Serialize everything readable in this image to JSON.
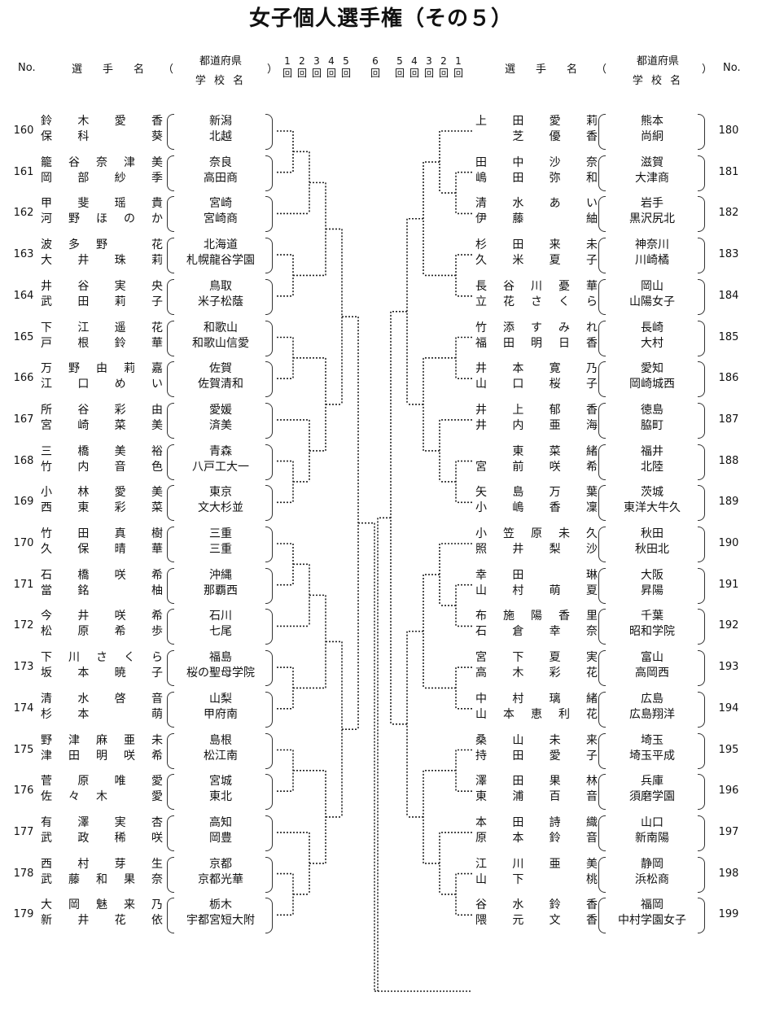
{
  "title": "女子個人選手権（その５）",
  "header": {
    "no_label": "No.",
    "player_label": "選　手　名",
    "paren_open": "（",
    "paren_close": "）",
    "pref_label": "都道府県",
    "school_label": "学 校 名",
    "left_round_numbers": [
      "1",
      "2",
      "3",
      "4",
      "5"
    ],
    "center_round_number": "6",
    "right_round_numbers": [
      "5",
      "4",
      "3",
      "2",
      "1"
    ],
    "round_suffix": "回"
  },
  "left_entries": [
    {
      "no": "160",
      "names": [
        [
          "鈴",
          "木",
          "愛",
          "香"
        ],
        [
          "保",
          "科",
          "",
          "葵"
        ]
      ],
      "pref": "新潟",
      "school": "北越"
    },
    {
      "no": "161",
      "names": [
        [
          "籠",
          "谷",
          "奈",
          "津",
          "美"
        ],
        [
          "岡",
          "部",
          "紗",
          "季"
        ]
      ],
      "pref": "奈良",
      "school": "高田商"
    },
    {
      "no": "162",
      "names": [
        [
          "甲",
          "斐",
          "瑶",
          "貴"
        ],
        [
          "河",
          "野",
          "ほ",
          "の",
          "か"
        ]
      ],
      "pref": "宮崎",
      "school": "宮崎商"
    },
    {
      "no": "163",
      "names": [
        [
          "波",
          "多",
          "野",
          "",
          "花"
        ],
        [
          "大",
          "井",
          "珠",
          "莉"
        ]
      ],
      "pref": "北海道",
      "school": "札幌龍谷学園"
    },
    {
      "no": "164",
      "names": [
        [
          "井",
          "谷",
          "実",
          "央"
        ],
        [
          "武",
          "田",
          "莉",
          "子"
        ]
      ],
      "pref": "鳥取",
      "school": "米子松蔭"
    },
    {
      "no": "165",
      "names": [
        [
          "下",
          "江",
          "遥",
          "花"
        ],
        [
          "戸",
          "根",
          "鈴",
          "華"
        ]
      ],
      "pref": "和歌山",
      "school": "和歌山信愛"
    },
    {
      "no": "166",
      "names": [
        [
          "万",
          "野",
          "由",
          "莉",
          "嘉"
        ],
        [
          "江",
          "口",
          "め",
          "い"
        ]
      ],
      "pref": "佐賀",
      "school": "佐賀清和"
    },
    {
      "no": "167",
      "names": [
        [
          "所",
          "谷",
          "彩",
          "由"
        ],
        [
          "宮",
          "崎",
          "菜",
          "美"
        ]
      ],
      "pref": "愛媛",
      "school": "済美"
    },
    {
      "no": "168",
      "names": [
        [
          "三",
          "橋",
          "美",
          "裕"
        ],
        [
          "竹",
          "内",
          "音",
          "色"
        ]
      ],
      "pref": "青森",
      "school": "八戸工大一"
    },
    {
      "no": "169",
      "names": [
        [
          "小",
          "林",
          "愛",
          "美"
        ],
        [
          "西",
          "東",
          "彩",
          "菜"
        ]
      ],
      "pref": "東京",
      "school": "文大杉並"
    },
    {
      "no": "170",
      "names": [
        [
          "竹",
          "田",
          "真",
          "樹"
        ],
        [
          "久",
          "保",
          "晴",
          "華"
        ]
      ],
      "pref": "三重",
      "school": "三重"
    },
    {
      "no": "171",
      "names": [
        [
          "石",
          "橋",
          "咲",
          "希"
        ],
        [
          "當",
          "銘",
          "",
          "柚"
        ]
      ],
      "pref": "沖縄",
      "school": "那覇西"
    },
    {
      "no": "172",
      "names": [
        [
          "今",
          "井",
          "咲",
          "希"
        ],
        [
          "松",
          "原",
          "希",
          "歩"
        ]
      ],
      "pref": "石川",
      "school": "七尾"
    },
    {
      "no": "173",
      "names": [
        [
          "下",
          "川",
          "さ",
          "く",
          "ら"
        ],
        [
          "坂",
          "本",
          "暁",
          "子"
        ]
      ],
      "pref": "福島",
      "school": "桜の聖母学院"
    },
    {
      "no": "174",
      "names": [
        [
          "清",
          "水",
          "啓",
          "音"
        ],
        [
          "杉",
          "本",
          "",
          "萌"
        ]
      ],
      "pref": "山梨",
      "school": "甲府南"
    },
    {
      "no": "175",
      "names": [
        [
          "野",
          "津",
          "麻",
          "亜",
          "未"
        ],
        [
          "津",
          "田",
          "明",
          "咲",
          "希"
        ]
      ],
      "pref": "島根",
      "school": "松江南"
    },
    {
      "no": "176",
      "names": [
        [
          "菅",
          "原",
          "唯",
          "愛"
        ],
        [
          "佐",
          "々",
          "木",
          "",
          "愛"
        ]
      ],
      "pref": "宮城",
      "school": "東北"
    },
    {
      "no": "177",
      "names": [
        [
          "有",
          "澤",
          "実",
          "杏"
        ],
        [
          "武",
          "政",
          "稀",
          "咲"
        ]
      ],
      "pref": "高知",
      "school": "岡豊"
    },
    {
      "no": "178",
      "names": [
        [
          "西",
          "村",
          "芽",
          "生"
        ],
        [
          "武",
          "藤",
          "和",
          "果",
          "奈"
        ]
      ],
      "pref": "京都",
      "school": "京都光華"
    },
    {
      "no": "179",
      "names": [
        [
          "大",
          "岡",
          "魅",
          "来",
          "乃"
        ],
        [
          "新",
          "井",
          "花",
          "依"
        ]
      ],
      "pref": "栃木",
      "school": "宇都宮短大附"
    }
  ],
  "right_entries": [
    {
      "no": "180",
      "names": [
        [
          "上",
          "田",
          "愛",
          "莉"
        ],
        [
          "",
          "芝",
          "優",
          "香"
        ]
      ],
      "pref": "熊本",
      "school": "尚絅"
    },
    {
      "no": "181",
      "names": [
        [
          "田",
          "中",
          "沙",
          "奈"
        ],
        [
          "嶋",
          "田",
          "弥",
          "和"
        ]
      ],
      "pref": "滋賀",
      "school": "大津商"
    },
    {
      "no": "182",
      "names": [
        [
          "清",
          "水",
          "あ",
          "い"
        ],
        [
          "伊",
          "藤",
          "",
          "紬"
        ]
      ],
      "pref": "岩手",
      "school": "黒沢尻北"
    },
    {
      "no": "183",
      "names": [
        [
          "杉",
          "田",
          "来",
          "未"
        ],
        [
          "久",
          "米",
          "夏",
          "子"
        ]
      ],
      "pref": "神奈川",
      "school": "川崎橘"
    },
    {
      "no": "184",
      "names": [
        [
          "長",
          "谷",
          "川",
          "憂",
          "華"
        ],
        [
          "立",
          "花",
          "さ",
          "く",
          "ら"
        ]
      ],
      "pref": "岡山",
      "school": "山陽女子"
    },
    {
      "no": "185",
      "names": [
        [
          "竹",
          "添",
          "す",
          "み",
          "れ"
        ],
        [
          "福",
          "田",
          "明",
          "日",
          "香"
        ]
      ],
      "pref": "長崎",
      "school": "大村"
    },
    {
      "no": "186",
      "names": [
        [
          "井",
          "本",
          "寛",
          "乃"
        ],
        [
          "山",
          "口",
          "桜",
          "子"
        ]
      ],
      "pref": "愛知",
      "school": "岡崎城西"
    },
    {
      "no": "187",
      "names": [
        [
          "井",
          "上",
          "郁",
          "香"
        ],
        [
          "井",
          "内",
          "亜",
          "海"
        ]
      ],
      "pref": "徳島",
      "school": "脇町"
    },
    {
      "no": "188",
      "names": [
        [
          "",
          "東",
          "菜",
          "緒"
        ],
        [
          "宮",
          "前",
          "咲",
          "希"
        ]
      ],
      "pref": "福井",
      "school": "北陸"
    },
    {
      "no": "189",
      "names": [
        [
          "矢",
          "島",
          "万",
          "葉"
        ],
        [
          "小",
          "嶋",
          "香",
          "凜"
        ]
      ],
      "pref": "茨城",
      "school": "東洋大牛久"
    },
    {
      "no": "190",
      "names": [
        [
          "小",
          "笠",
          "原",
          "未",
          "久"
        ],
        [
          "照",
          "井",
          "梨",
          "沙"
        ]
      ],
      "pref": "秋田",
      "school": "秋田北"
    },
    {
      "no": "191",
      "names": [
        [
          "幸",
          "田",
          "",
          "琳"
        ],
        [
          "山",
          "村",
          "萌",
          "夏"
        ]
      ],
      "pref": "大阪",
      "school": "昇陽"
    },
    {
      "no": "192",
      "names": [
        [
          "布",
          "施",
          "陽",
          "香",
          "里"
        ],
        [
          "石",
          "倉",
          "幸",
          "奈"
        ]
      ],
      "pref": "千葉",
      "school": "昭和学院"
    },
    {
      "no": "193",
      "names": [
        [
          "宮",
          "下",
          "夏",
          "実"
        ],
        [
          "高",
          "木",
          "彩",
          "花"
        ]
      ],
      "pref": "富山",
      "school": "高岡西"
    },
    {
      "no": "194",
      "names": [
        [
          "中",
          "村",
          "璃",
          "緒"
        ],
        [
          "山",
          "本",
          "恵",
          "利",
          "花"
        ]
      ],
      "pref": "広島",
      "school": "広島翔洋"
    },
    {
      "no": "195",
      "names": [
        [
          "桑",
          "山",
          "未",
          "来"
        ],
        [
          "持",
          "田",
          "愛",
          "子"
        ]
      ],
      "pref": "埼玉",
      "school": "埼玉平成"
    },
    {
      "no": "196",
      "names": [
        [
          "澤",
          "田",
          "果",
          "林"
        ],
        [
          "東",
          "浦",
          "百",
          "音"
        ]
      ],
      "pref": "兵庫",
      "school": "須磨学園"
    },
    {
      "no": "197",
      "names": [
        [
          "本",
          "田",
          "詩",
          "織"
        ],
        [
          "原",
          "本",
          "鈴",
          "音"
        ]
      ],
      "pref": "山口",
      "school": "新南陽"
    },
    {
      "no": "198",
      "names": [
        [
          "江",
          "川",
          "亜",
          "美"
        ],
        [
          "山",
          "下",
          "",
          "桃"
        ]
      ],
      "pref": "静岡",
      "school": "浜松商"
    },
    {
      "no": "199",
      "names": [
        [
          "谷",
          "水",
          "鈴",
          "香"
        ],
        [
          "隈",
          "元",
          "文",
          "香"
        ]
      ],
      "pref": "福岡",
      "school": "中村学園女子"
    }
  ]
}
